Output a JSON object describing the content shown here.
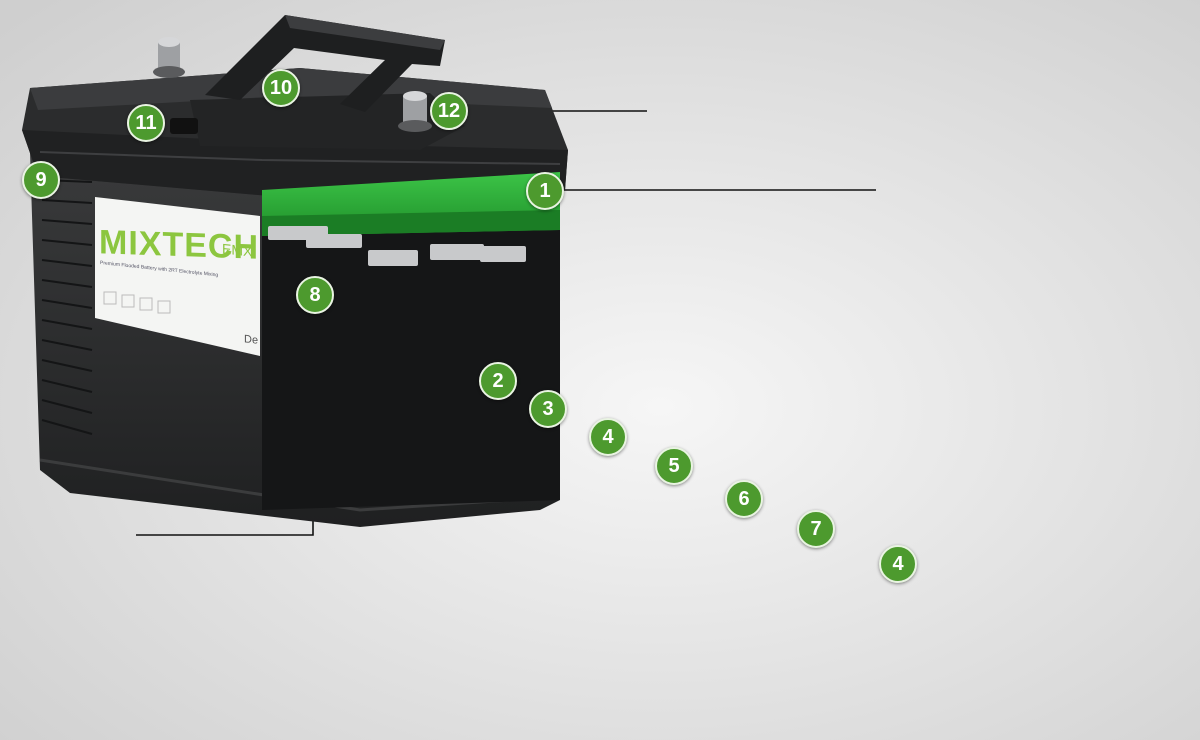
{
  "product_label": {
    "brand": "MIXTECH",
    "suffix": "EMX",
    "tagline": "Premium Flooded Battery with 2RT Electrolyte Mixing",
    "corner_mark": "De"
  },
  "callouts": [
    {
      "num": "1"
    },
    {
      "num": "2"
    },
    {
      "num": "3"
    },
    {
      "num": "4"
    },
    {
      "num": "5"
    },
    {
      "num": "6"
    },
    {
      "num": "7"
    },
    {
      "num": "4"
    },
    {
      "num": "8"
    },
    {
      "num": "9"
    },
    {
      "num": "10"
    },
    {
      "num": "11"
    },
    {
      "num": "12"
    }
  ],
  "colors": {
    "callout_badge": "#4d9a2e",
    "vent_cover": "#2fae3a",
    "battery_case": "#2a2b2c",
    "brand_text": "#8cc63f",
    "separator_tan": "#a08660",
    "separator_copper": "#b45a1e",
    "plate_gray": "#a6a7a9",
    "mat_white": "#eae7e5"
  },
  "icons": [
    "terminal-bolt-icon",
    "plate-cells-icon"
  ]
}
